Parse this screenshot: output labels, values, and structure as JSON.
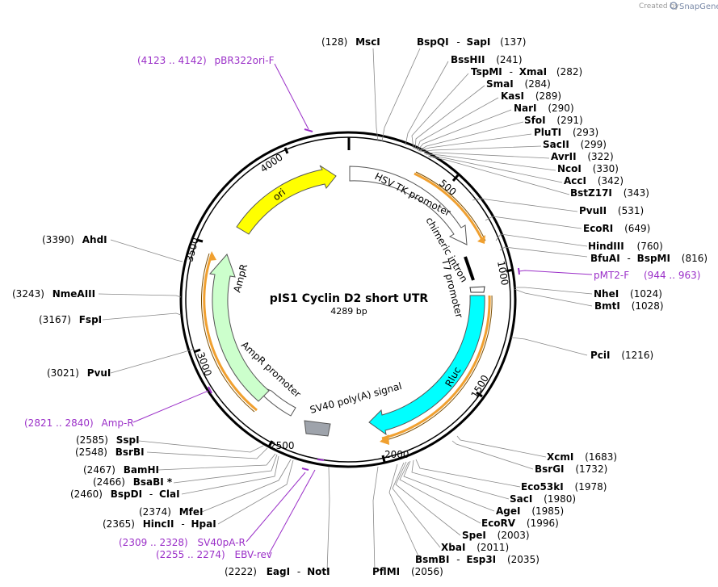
{
  "plasmid": {
    "name": "pIS1 Cyclin D2 short UTR",
    "size_label": "4289 bp"
  },
  "credit": {
    "created_by": "Created by",
    "brand": "SnapGene"
  },
  "ticks": [
    "500",
    "1000",
    "1500",
    "2000",
    "2500",
    "3000",
    "3500",
    "4000"
  ],
  "features": {
    "ori": "ori",
    "hsv_tk": "HSV TK promoter",
    "chimeric_intron": "chimeric intron",
    "t7": "T7 promoter",
    "rluc": "Rluc",
    "sv40_polya": "SV40 poly(A) signal",
    "ampr_promoter": "AmpR promoter",
    "ampr": "AmpR"
  },
  "sites_right": [
    {
      "pos": "(128)",
      "name": "MscI"
    },
    {
      "name": "BspQI",
      "sep": "-",
      "name2": "SapI",
      "pos": "(137)"
    },
    {
      "name": "BssHII",
      "pos": "(241)"
    },
    {
      "name": "TspMI",
      "sep": "-",
      "name2": "XmaI",
      "pos": "(282)"
    },
    {
      "name": "SmaI",
      "pos": "(284)"
    },
    {
      "name": "KasI",
      "pos": "(289)"
    },
    {
      "name": "NarI",
      "pos": "(290)"
    },
    {
      "name": "SfoI",
      "pos": "(291)"
    },
    {
      "name": "PluTI",
      "pos": "(293)"
    },
    {
      "name": "SacII",
      "pos": "(299)"
    },
    {
      "name": "AvrII",
      "pos": "(322)"
    },
    {
      "name": "NcoI",
      "pos": "(330)"
    },
    {
      "name": "AccI",
      "pos": "(342)"
    },
    {
      "name": "BstZ17I",
      "pos": "(343)"
    },
    {
      "name": "PvuII",
      "pos": "(531)"
    },
    {
      "name": "EcoRI",
      "pos": "(649)"
    },
    {
      "name": "HindIII",
      "pos": "(760)"
    },
    {
      "name": "BfuAI",
      "sep": "-",
      "name2": "BspMI",
      "pos": "(816)"
    },
    {
      "name": "NheI",
      "pos": "(1024)"
    },
    {
      "name": "BmtI",
      "pos": "(1028)"
    },
    {
      "name": "PciI",
      "pos": "(1216)"
    },
    {
      "name": "XcmI",
      "pos": "(1683)"
    },
    {
      "name": "BsrGI",
      "pos": "(1732)"
    },
    {
      "name": "Eco53kI",
      "pos": "(1978)"
    },
    {
      "name": "SacI",
      "pos": "(1980)"
    },
    {
      "name": "AgeI",
      "pos": "(1985)"
    },
    {
      "name": "EcoRV",
      "pos": "(1996)"
    },
    {
      "name": "SpeI",
      "pos": "(2003)"
    },
    {
      "name": "XbaI",
      "pos": "(2011)"
    },
    {
      "name": "BsmBI",
      "sep": "-",
      "name2": "Esp3I",
      "pos": "(2035)"
    },
    {
      "name": "PflMI",
      "pos": "(2056)"
    }
  ],
  "sites_left": [
    {
      "pos": "(2222)",
      "name": "EagI",
      "sep": "-",
      "name2": "NotI"
    },
    {
      "pos": "(2365)",
      "name": "HincII",
      "sep": "-",
      "name2": "HpaI"
    },
    {
      "pos": "(2374)",
      "name": "MfeI"
    },
    {
      "pos": "(2460)",
      "name": "BspDI",
      "sep": "-",
      "name2": "ClaI"
    },
    {
      "pos": "(2466)",
      "name": "BsaBI *"
    },
    {
      "pos": "(2467)",
      "name": "BamHI"
    },
    {
      "pos": "(2548)",
      "name": "BsrBI"
    },
    {
      "pos": "(2585)",
      "name": "SspI"
    },
    {
      "pos": "(3021)",
      "name": "PvuI"
    },
    {
      "pos": "(3167)",
      "name": "FspI"
    },
    {
      "pos": "(3243)",
      "name": "NmeAIII"
    },
    {
      "pos": "(3390)",
      "name": "AhdI"
    }
  ],
  "primers": [
    {
      "range": "(4123 .. 4142)",
      "name": "pBR322ori-F"
    },
    {
      "name": "pMT2-F",
      "range": "(944 .. 963)"
    },
    {
      "range": "(2821 .. 2840)",
      "name": "Amp-R"
    },
    {
      "range": "(2309 .. 2328)",
      "name": "SV40pA-R"
    },
    {
      "range": "(2255 .. 2274)",
      "name": "EBV-rev"
    }
  ],
  "colors": {
    "backbone": "#000000",
    "ori": "#ffff00",
    "rluc": "#00ffff",
    "ampr": "#ccffcc",
    "promoter": "#ffffff",
    "polya": "#9ea3ab",
    "highlight": "#f0a030",
    "primer": "#9b30c8"
  }
}
